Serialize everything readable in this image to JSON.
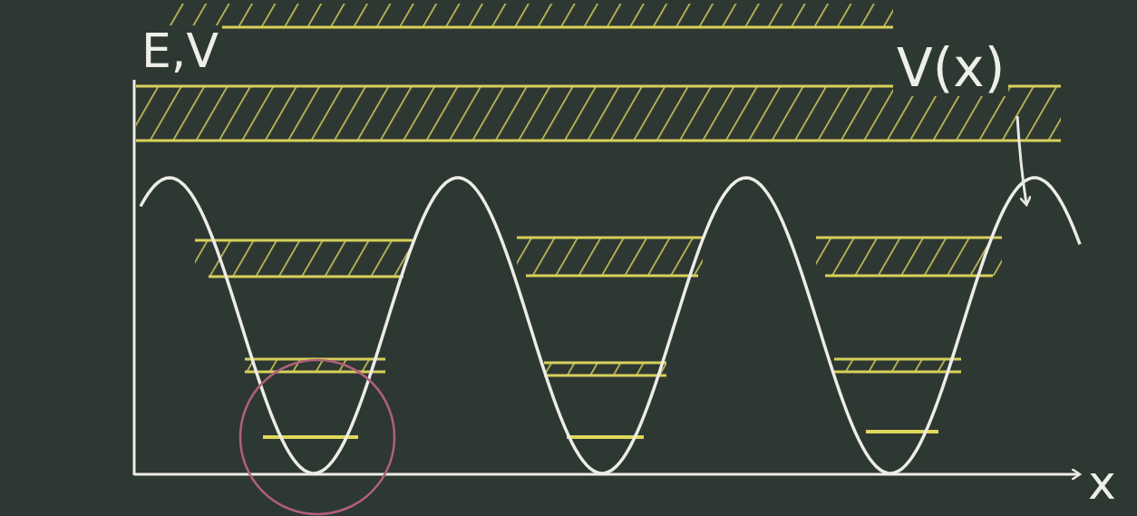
{
  "diagram": {
    "labels": [
      "E,V",
      "V(x)",
      "x"
    ]
  }
}
